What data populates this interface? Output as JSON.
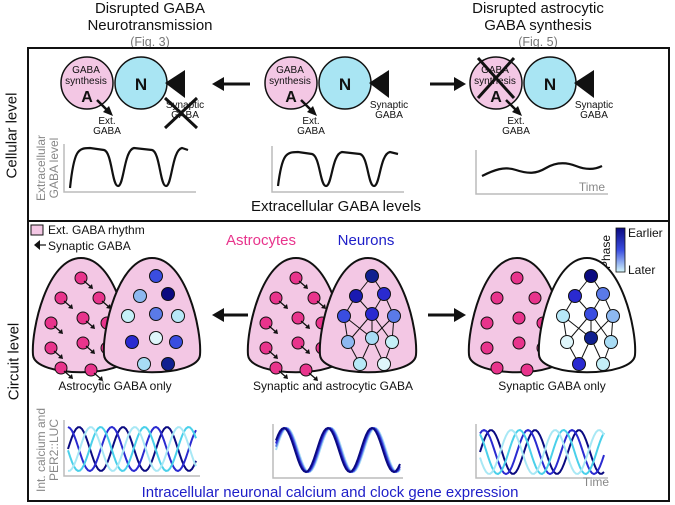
{
  "headers": {
    "left": {
      "line1": "Disrupted GABA",
      "line2": "Neurotransmission",
      "fig": "(Fig. 3)"
    },
    "right": {
      "line1": "Disrupted astrocytic",
      "line2": "GABA synthesis",
      "fig": "(Fig. 5)"
    }
  },
  "cellular": {
    "row_label": "Cellular level",
    "gaba_synthesis_line1": "GABA",
    "gaba_synthesis_line2": "synthesis",
    "astro_letter": "A",
    "neuron_letter": "N",
    "ext_line1": "Ext.",
    "ext_line2": "GABA",
    "syn_line1": "Synaptic",
    "syn_line2": "GABA",
    "ylabel_line1": "Extracellular",
    "ylabel_line2": "GABA level",
    "time_label": "Time",
    "caption": "Extracellular GABA levels"
  },
  "circuit": {
    "row_label": "Circuit level",
    "legend_ext": "Ext. GABA rhythm",
    "legend_syn": "Synaptic GABA",
    "astrocytes_label": "Astrocytes",
    "neurons_label": "Neurons",
    "phase_label": "Phase",
    "phase_earlier": "Earlier",
    "phase_later": "Later",
    "caption_left": "Astrocytic GABA only",
    "caption_mid": "Synaptic and astrocytic GABA",
    "caption_right": "Synaptic GABA only",
    "ylabel_line1": "Int. calcium and",
    "ylabel_line2": "PER2::LUC",
    "time_label": "Time",
    "bottom_caption": "Intracellular neuronal calcium and clock gene expression"
  },
  "colors": {
    "astrocyte_fill": "#f3c7e4",
    "neuron_fill": "#a9e5f3",
    "astro_dot": "#e8348c",
    "neurons_title": "#1e1ec8",
    "astro_title": "#e8348c",
    "phase_dark": "#0a0a80",
    "phase_light": "#d4f7fb"
  }
}
